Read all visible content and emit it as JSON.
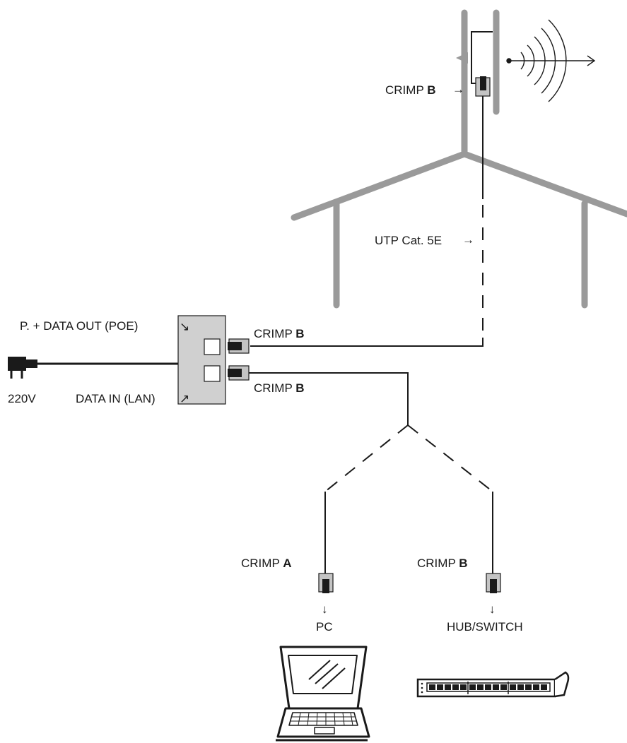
{
  "labels": {
    "antenna_crimp_prefix": "CRIMP ",
    "antenna_crimp_type": "B",
    "cable": "UTP Cat. 5E",
    "poe_output": "P. + DATA OUT (POE)",
    "lan_input": "DATA IN (LAN)",
    "voltage": "220V",
    "out_crimp_prefix": "CRIMP ",
    "out_crimp_type": "B",
    "in_crimp_prefix": "CRIMP ",
    "in_crimp_type": "B",
    "pc_crimp_prefix": "CRIMP ",
    "pc_crimp_type": "A",
    "switch_crimp_prefix": "CRIMP ",
    "switch_crimp_type": "B",
    "pc": "PC",
    "switch": "HUB/SWITCH"
  },
  "arrows": {
    "right": "→",
    "down": "↓",
    "down_right": "↘",
    "up_right": "↗"
  },
  "colors": {
    "structure_gray": "#9a9a9a",
    "injector_fill": "#d0d0d0",
    "connector_fill": "#c4c4c4",
    "line": "#1a1a1a"
  }
}
